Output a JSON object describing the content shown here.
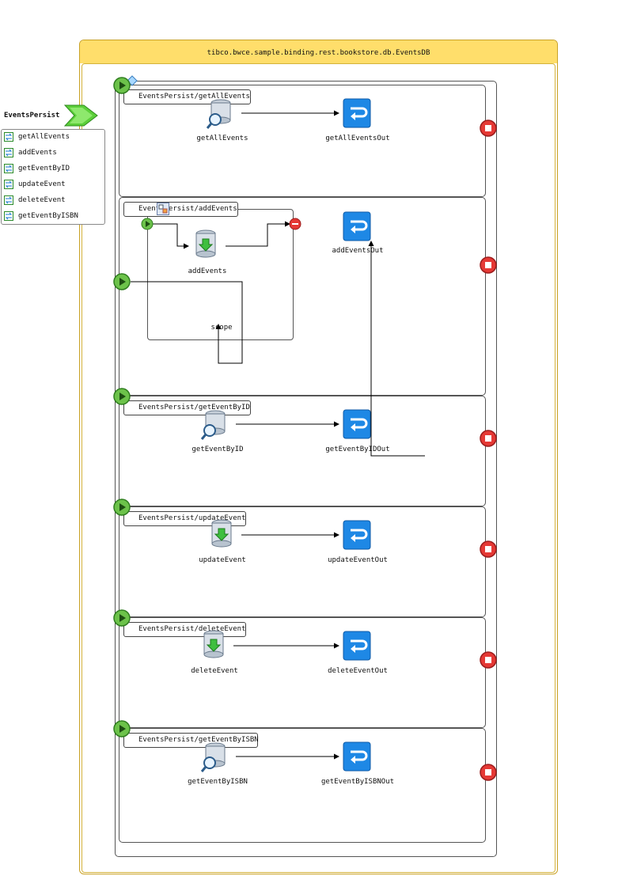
{
  "process": {
    "title": "tibco.bwce.sample.binding.rest.bookstore.db.EventsDB"
  },
  "interface": {
    "title": "EventsPersist",
    "operations": [
      "getAllEvents",
      "addEvents",
      "getEventByID",
      "updateEvent",
      "deleteEvent",
      "getEventByISBN"
    ]
  },
  "lanes": [
    {
      "tab": "EventsPersist/getAllEvents",
      "activity": "getAllEvents",
      "activity_icon": "db-query-icon",
      "reply": "getAllEventsOut"
    },
    {
      "tab": "EventsPersist/addEvents",
      "activity": "addEvents",
      "activity_icon": "db-update-icon",
      "reply": "addEventsOut",
      "scope_label": "scope"
    },
    {
      "tab": "EventsPersist/getEventByID",
      "activity": "getEventByID",
      "activity_icon": "db-query-icon",
      "reply": "getEventByIDOut"
    },
    {
      "tab": "EventsPersist/updateEvent",
      "activity": "updateEvent",
      "activity_icon": "db-update-icon",
      "reply": "updateEventOut"
    },
    {
      "tab": "EventsPersist/deleteEvent",
      "activity": "deleteEvent",
      "activity_icon": "db-update-icon",
      "reply": "deleteEventOut"
    },
    {
      "tab": "EventsPersist/getEventByISBN",
      "activity": "getEventByISBN",
      "activity_icon": "db-query-icon",
      "reply": "getEventByISBNOut"
    }
  ],
  "colors": {
    "header": "#ffde6b",
    "start": "#5cb85c",
    "end": "#e53935",
    "reply": "#1e88e5"
  }
}
